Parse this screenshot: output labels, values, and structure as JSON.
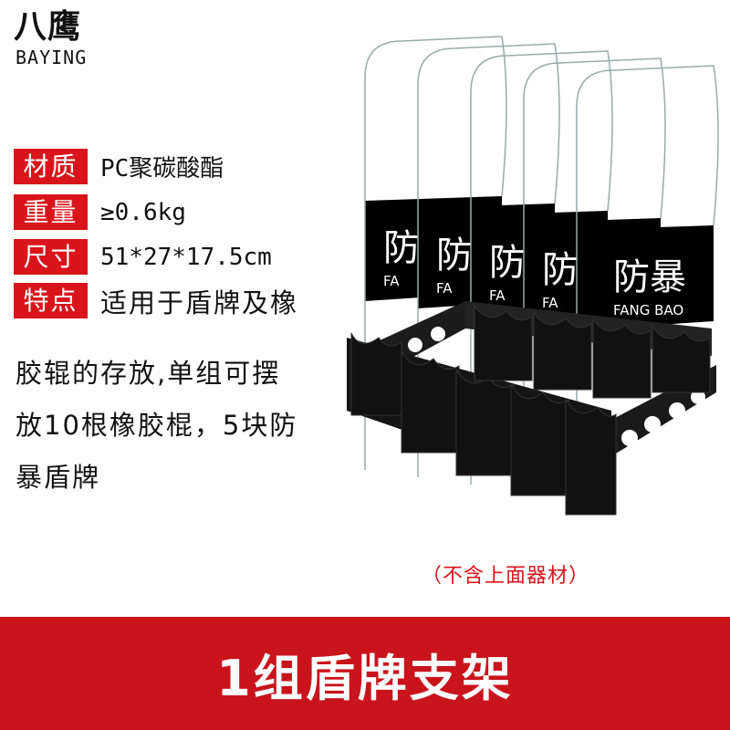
{
  "brand": {
    "name_cn": "八鹰",
    "name_en": "BAYING"
  },
  "specs": [
    {
      "label": "材质",
      "value": "PC聚碳酸酯"
    },
    {
      "label": "重量",
      "value": "≥0.6kg"
    },
    {
      "label": "尺寸",
      "value": "51*27*17.5cm"
    },
    {
      "label": "特点",
      "value": "适用于盾牌及橡"
    }
  ],
  "description_lines": [
    "胶辊的存放,单组可摆",
    "放10根橡胶棍，5块防",
    "暴盾牌"
  ],
  "product": {
    "shield_text_cn": "防暴",
    "shield_text_en": "FANG BAO",
    "shield_count": 5
  },
  "caption": "（不含上面器材）",
  "banner": {
    "title": "1组盾牌支架"
  },
  "colors": {
    "accent_red": "#d9151b",
    "banner_red": "#c9141c"
  }
}
